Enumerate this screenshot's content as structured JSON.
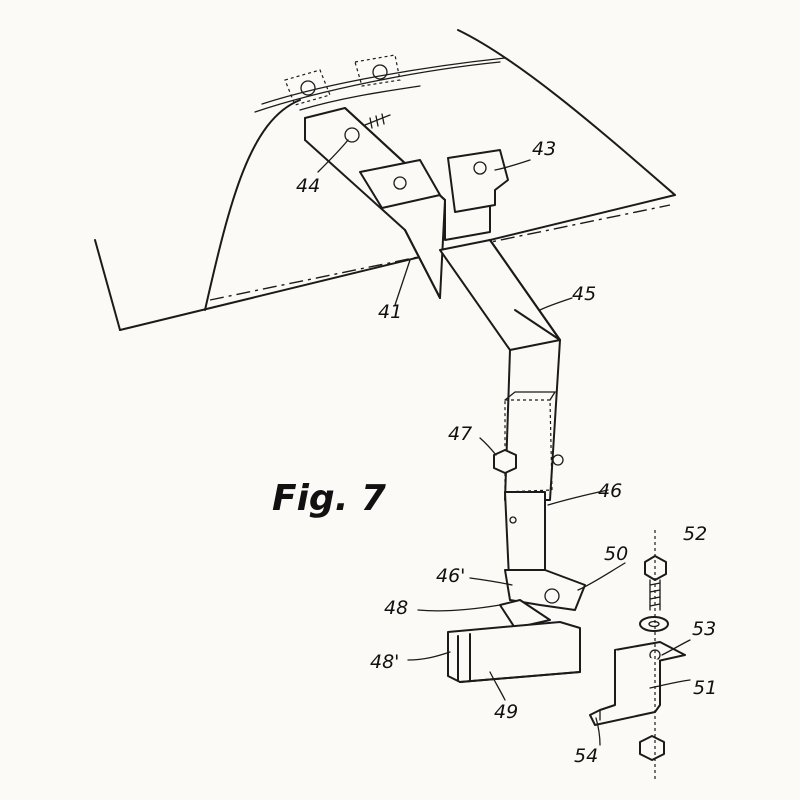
{
  "figure_title": "Fig. 7",
  "labels": {
    "l41": "41",
    "l43": "43",
    "l44": "44",
    "l45": "45",
    "l46": "46",
    "l46p": "46'",
    "l47": "47",
    "l48": "48",
    "l48p": "48'",
    "l49": "49",
    "l50": "50",
    "l51": "51",
    "l52": "52",
    "l53": "53",
    "l54": "54"
  }
}
